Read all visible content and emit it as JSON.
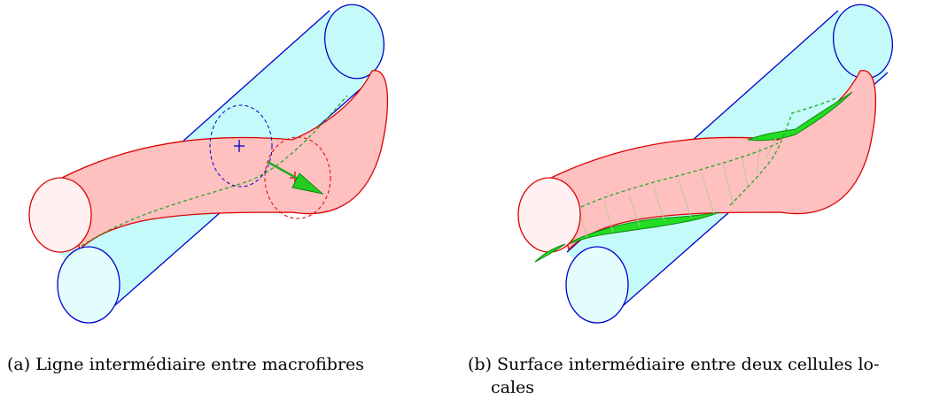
{
  "figure": {
    "panel_a": {
      "caption": "(a) Ligne intermédiaire entre macrofibres"
    },
    "panel_b": {
      "caption_line1": "(b) Surface intermédiaire entre deux cellules lo-",
      "caption_line2": "cales"
    }
  },
  "colors": {
    "cyan_fill": "#c4fafa",
    "cyan_end_fill": "#e3fdfd",
    "blue_stroke": "#0000cc",
    "pink_fill": "#ffc0c0",
    "pink_end_fill": "#fff1f1",
    "red_stroke": "#dd0000",
    "green": "#22cc22"
  }
}
